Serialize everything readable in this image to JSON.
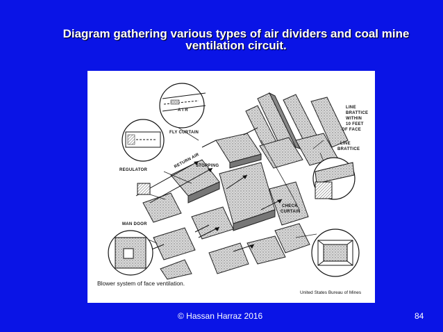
{
  "slide": {
    "title_line1": "Diagram gathering various types of air dividers and coal mine",
    "title_line2": "ventilation circuit.",
    "footer": "©  Hassan Harraz  2016",
    "page_number": "84"
  },
  "diagram": {
    "labels": {
      "air": "A I R",
      "fly_curtain": "FLY CURTAIN",
      "regulator": "REGULATOR",
      "return_air": "RETURN AIR",
      "stopping": "STOPPING",
      "line_brattice_within_1": "LINE",
      "line_brattice_within_2": "BRATTICE",
      "line_brattice_within_3": "WITHIN",
      "line_brattice_within_4": "10 FEET",
      "line_brattice_within_5": "OF FACE",
      "line_brattice_1": "LINE",
      "line_brattice_2": "BRATTICE",
      "check_curtain_1": "CHECK",
      "check_curtain_2": "CURTAIN",
      "man_door": "MAN DOOR"
    },
    "caption": "Blower system of face ventilation.",
    "credit": "United States Bureau of Mines"
  }
}
